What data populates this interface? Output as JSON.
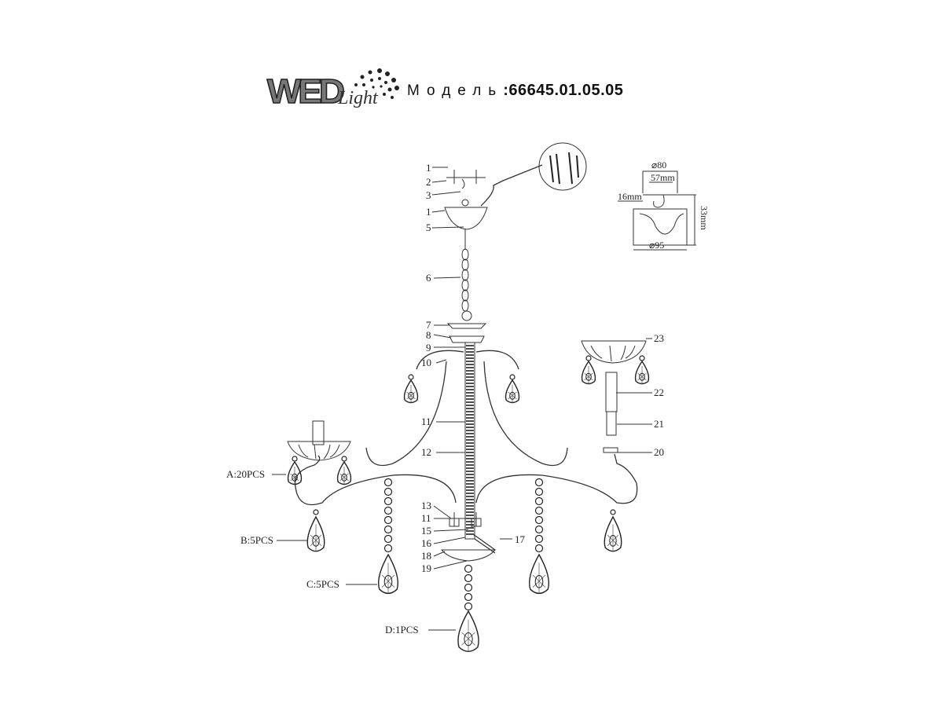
{
  "brand": {
    "logo_text": "WED",
    "logo_script": "Light"
  },
  "header": {
    "model_label": "Модель",
    "model_number": ":66645.01.05.05"
  },
  "part_labels": {
    "p1a": "1",
    "p2": "2",
    "p3": "3",
    "p1b": "1",
    "p5": "5",
    "p6": "6",
    "p7": "7",
    "p8": "8",
    "p9": "9",
    "p10": "10",
    "p11a": "11",
    "p12": "12",
    "p13": "13",
    "p11b": "11",
    "p15": "15",
    "p16": "16",
    "p17": "17",
    "p18": "18",
    "p19": "19",
    "p20": "20",
    "p21": "21",
    "p22": "22",
    "p23": "23"
  },
  "crystal_labels": {
    "a": "A:20PCS",
    "b": "B:5PCS",
    "c": "C:5PCS",
    "d": "D:1PCS"
  },
  "dimensions": {
    "top_dia": "⌀80",
    "inner": "57mm",
    "hook": "16mm",
    "height": "33mm",
    "bottom_dia": "⌀95"
  }
}
